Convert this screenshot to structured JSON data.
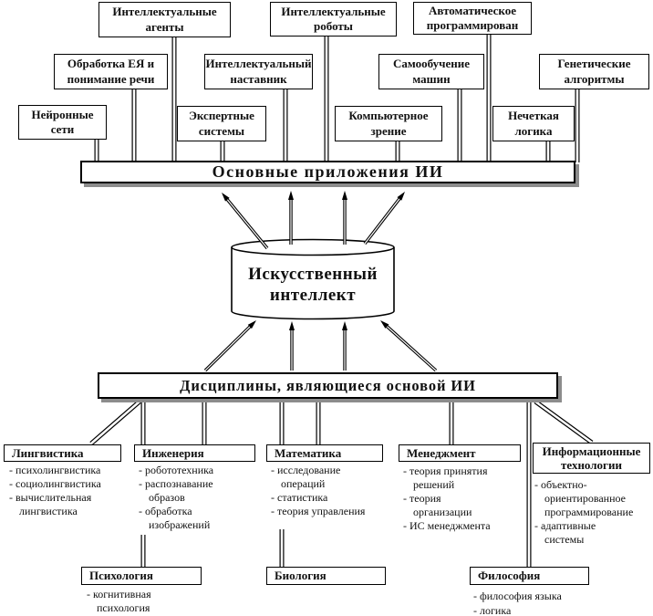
{
  "top_boxes": {
    "agents": {
      "l1": "Интеллектуальные",
      "l2": "агенты"
    },
    "robots": {
      "l1": "Интеллектуальные",
      "l2": "роботы"
    },
    "autoprog": {
      "l1": "Автоматическое",
      "l2": "программирован"
    },
    "nlp": {
      "l1": "Обработка ЕЯ и",
      "l2": "понимание речи"
    },
    "tutor": {
      "l1": "Интеллектуальный",
      "l2": "наставник"
    },
    "selflearn": {
      "l1": "Самообучение",
      "l2": "машин"
    },
    "genetic": {
      "l1": "Генетические",
      "l2": "алгоритмы"
    },
    "neural": {
      "l1": "Нейронные",
      "l2": "сети"
    },
    "expert": {
      "l1": "Экспертные",
      "l2": "системы"
    },
    "vision": {
      "l1": "Компьютерное",
      "l2": "зрение"
    },
    "fuzzy": {
      "l1": "Нечеткая",
      "l2": "логика"
    }
  },
  "apps_bar_label": "Основные приложения ИИ",
  "cylinder": {
    "l1": "Искусственный",
    "l2": "интеллект"
  },
  "disciplines_bar_label": "Дисциплины, являющиеся основой ИИ",
  "categories": {
    "linguistics": {
      "label": "Лингвистика",
      "lines": [
        "- психолингвистика",
        "- социолингвистика",
        "- вычислительная",
        "лингвистика"
      ]
    },
    "engineering": {
      "label": "Инженерия",
      "lines": [
        "- робототехника",
        "- распознавание",
        "образов",
        "- обработка",
        "изображений"
      ]
    },
    "math": {
      "label": "Математика",
      "lines": [
        "- исследование",
        "операций",
        "- статистика",
        "- теория управления"
      ]
    },
    "management": {
      "label": "Менеджмент",
      "lines": [
        "- теория принятия",
        "решений",
        "- теория",
        "организации",
        "- ИС менеджмента"
      ]
    },
    "it": {
      "label1": "Информационные",
      "label2": "технологии",
      "lines": [
        "- объектно-",
        "ориентированное",
        "программирование",
        "- адаптивные",
        "системы"
      ]
    }
  },
  "bottom_boxes": {
    "psychology": {
      "label": "Психология",
      "lines": [
        "- когнитивная",
        "психология"
      ]
    },
    "biology": {
      "label": "Биология"
    },
    "philosophy": {
      "label": "Философия",
      "lines": [
        "- философия языка",
        "- логика"
      ]
    }
  }
}
